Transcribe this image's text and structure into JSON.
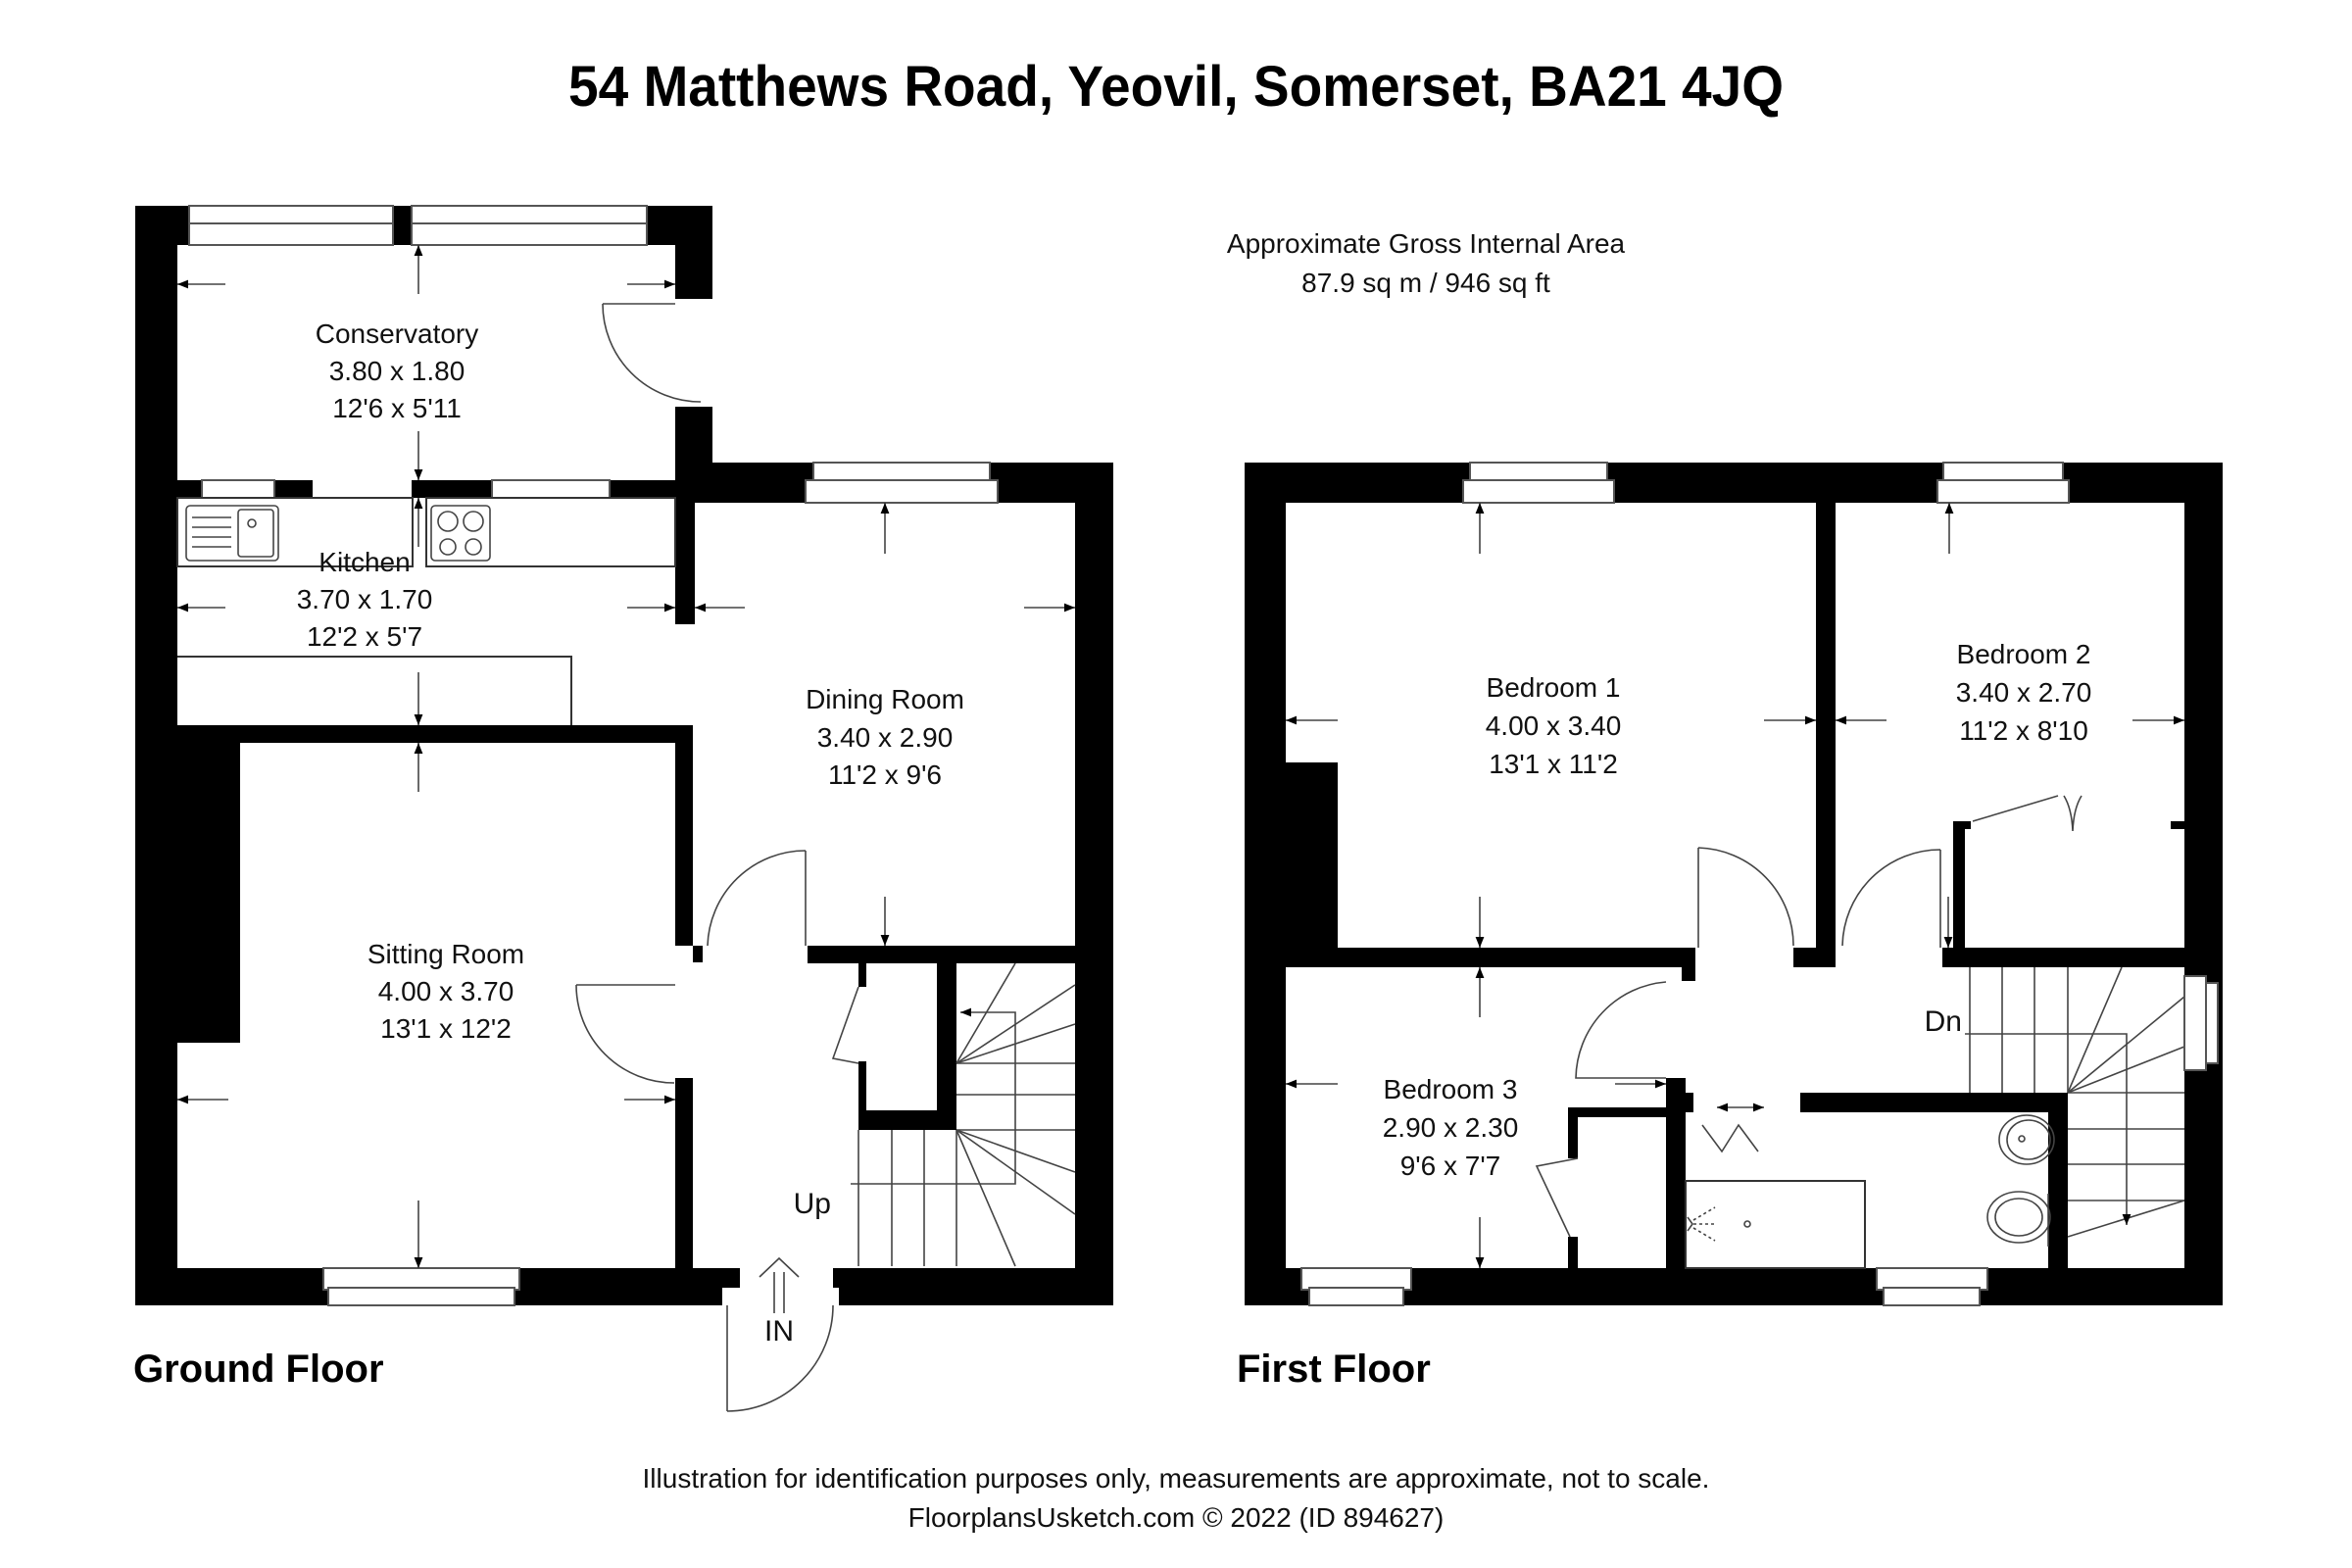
{
  "title": "54 Matthews Road, Yeovil, Somerset, BA21 4JQ",
  "area": {
    "label": "Approximate Gross Internal Area",
    "value": "87.9 sq m / 946 sq ft"
  },
  "floors": {
    "ground": {
      "label": "Ground Floor",
      "rooms": [
        {
          "name": "Conservatory",
          "metric": "3.80 x 1.80",
          "imperial": "12'6 x 5'11"
        },
        {
          "name": "Kitchen",
          "metric": "3.70 x 1.70",
          "imperial": "12'2 x 5'7"
        },
        {
          "name": "Dining Room",
          "metric": "3.40 x 2.90",
          "imperial": "11'2 x 9'6"
        },
        {
          "name": "Sitting Room",
          "metric": "4.00 x 3.70",
          "imperial": "13'1 x 12'2"
        }
      ],
      "stairs_label": "Up",
      "entrance_label": "IN"
    },
    "first": {
      "label": "First Floor",
      "rooms": [
        {
          "name": "Bedroom 1",
          "metric": "4.00 x 3.40",
          "imperial": "13'1 x 11'2"
        },
        {
          "name": "Bedroom 2",
          "metric": "3.40 x 2.70",
          "imperial": "11'2 x 8'10"
        },
        {
          "name": "Bedroom 3",
          "metric": "2.90 x 2.30",
          "imperial": "9'6 x 7'7"
        }
      ],
      "stairs_label": "Dn"
    }
  },
  "footer": {
    "disclaimer": "Illustration for identification purposes only, measurements are approximate, not to scale.",
    "credit": "FloorplansUsketch.com © 2022 (ID 894627)"
  },
  "colors": {
    "wall": "#000000",
    "background": "#ffffff",
    "line": "#333333"
  }
}
